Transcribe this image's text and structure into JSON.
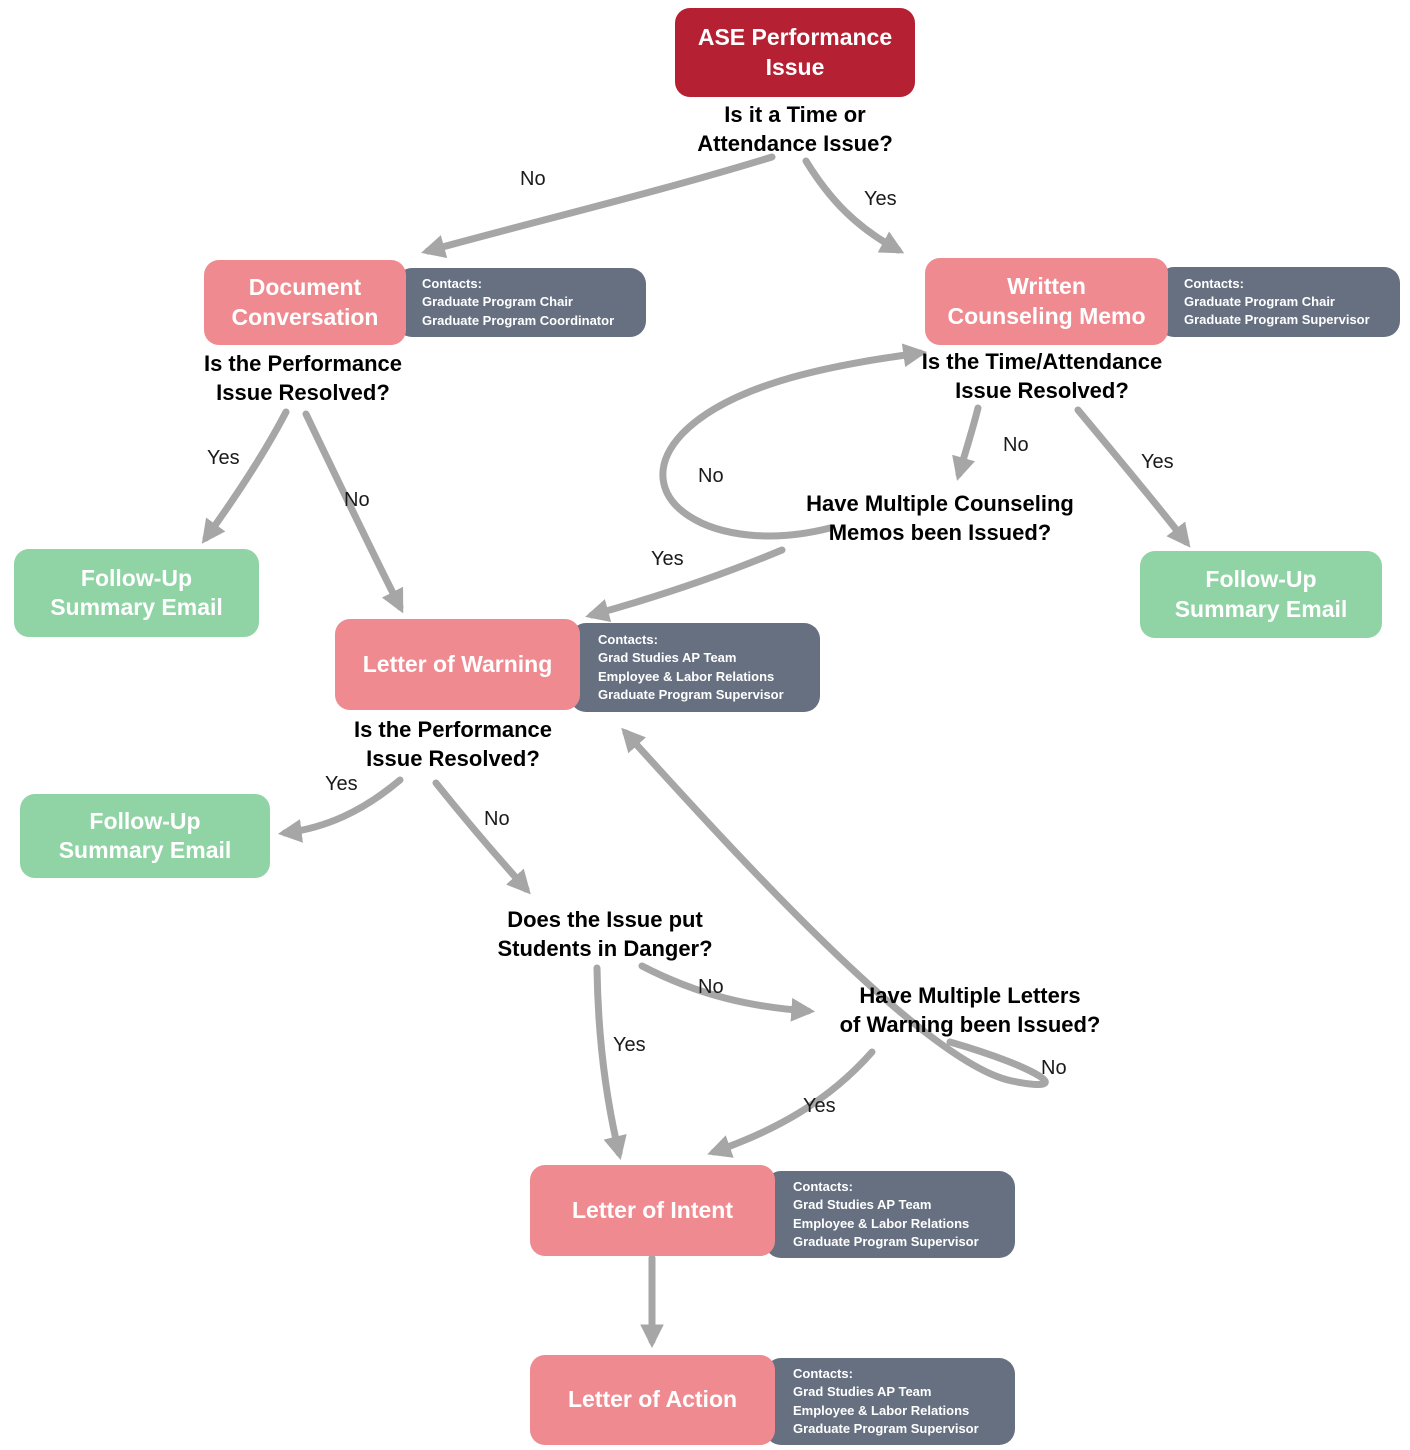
{
  "colors": {
    "start_box": "#b52032",
    "action_box": "#ef8b90",
    "terminal_box": "#90d3a5",
    "contacts_box": "#667080",
    "arrow": "#a6a6a6"
  },
  "labels": {
    "yes": "Yes",
    "no": "No"
  },
  "start": {
    "lines": [
      "ASE Performance",
      "Issue"
    ]
  },
  "questions": {
    "time_or_attendance": {
      "lines": [
        "Is it a Time or",
        "Attendance Issue?"
      ]
    },
    "performance_resolved_1": {
      "lines": [
        "Is the Performance",
        "Issue Resolved?"
      ]
    },
    "time_attendance_resolved": {
      "lines": [
        "Is the Time/Attendance",
        "Issue Resolved?"
      ]
    },
    "multiple_memos": {
      "lines": [
        "Have Multiple Counseling",
        "Memos been Issued?"
      ]
    },
    "performance_resolved_2": {
      "lines": [
        "Is the Performance",
        "Issue Resolved?"
      ]
    },
    "students_danger": {
      "lines": [
        "Does the Issue put",
        "Students in Danger?"
      ]
    },
    "multiple_letters": {
      "lines": [
        "Have Multiple Letters",
        "of Warning been Issued?"
      ]
    }
  },
  "nodes": {
    "document_conversation": {
      "lines": [
        "Document",
        "Conversation"
      ],
      "contacts_title": "Contacts:",
      "contacts": [
        "Graduate Program Chair",
        "Graduate Program Coordinator"
      ]
    },
    "written_counseling_memo": {
      "lines": [
        "Written",
        "Counseling Memo"
      ],
      "contacts_title": "Contacts:",
      "contacts": [
        "Graduate Program Chair",
        "Graduate Program Supervisor"
      ]
    },
    "followup_left_top": {
      "lines": [
        "Follow-Up",
        "Summary Email"
      ]
    },
    "followup_right": {
      "lines": [
        "Follow-Up",
        "Summary Email"
      ]
    },
    "followup_left_mid": {
      "lines": [
        "Follow-Up",
        "Summary Email"
      ]
    },
    "letter_of_warning": {
      "lines": [
        "Letter of Warning"
      ],
      "contacts_title": "Contacts:",
      "contacts": [
        "Grad Studies AP Team",
        "Employee & Labor Relations",
        "Graduate Program Supervisor"
      ]
    },
    "letter_of_intent": {
      "lines": [
        "Letter of Intent"
      ],
      "contacts_title": "Contacts:",
      "contacts": [
        "Grad Studies AP Team",
        "Employee & Labor Relations",
        "Graduate Program Supervisor"
      ]
    },
    "letter_of_action": {
      "lines": [
        "Letter of Action"
      ],
      "contacts_title": "Contacts:",
      "contacts": [
        "Grad Studies AP Team",
        "Employee & Labor Relations",
        "Graduate Program Supervisor"
      ]
    }
  }
}
